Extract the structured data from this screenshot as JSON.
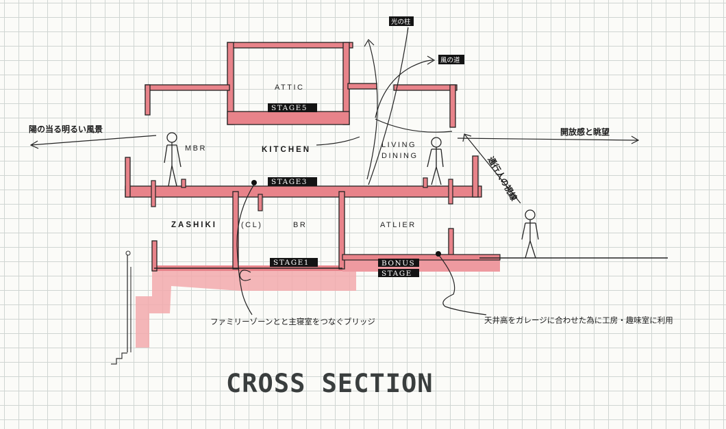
{
  "title": "CROSS SECTION",
  "rooms": {
    "attic": "ATTIC",
    "mbr": "MBR",
    "kitchen": "KITCHEN",
    "living": "LIVING",
    "dining": "DINING",
    "zashiki": "ZASHIKI",
    "cl": "(CL)",
    "br": "BR",
    "atlier": "ATLIER"
  },
  "stages": {
    "stage5": "STAGE5",
    "stage3": "STAGE3",
    "stage1": "STAGE1",
    "bonus_line1": "BONUS",
    "bonus_line2": "STAGE"
  },
  "tags": {
    "light_pillar": "光の柱",
    "wind_path": "風の道"
  },
  "notes": {
    "sunny_view": "陽の当る明るい風景",
    "openness": "開放感と眺望",
    "passerby": "通行人の視線",
    "bridge": "ファミリーゾーンとと主寝室をつなぐブリッジ",
    "workshop": "天井高をガレージに合わせた為に工房・趣味室に利用"
  },
  "colors": {
    "pink": "#e8838a",
    "pink_light": "#f2b6b9",
    "ink": "#1a1a1a",
    "grid": "#cfd5d2"
  }
}
